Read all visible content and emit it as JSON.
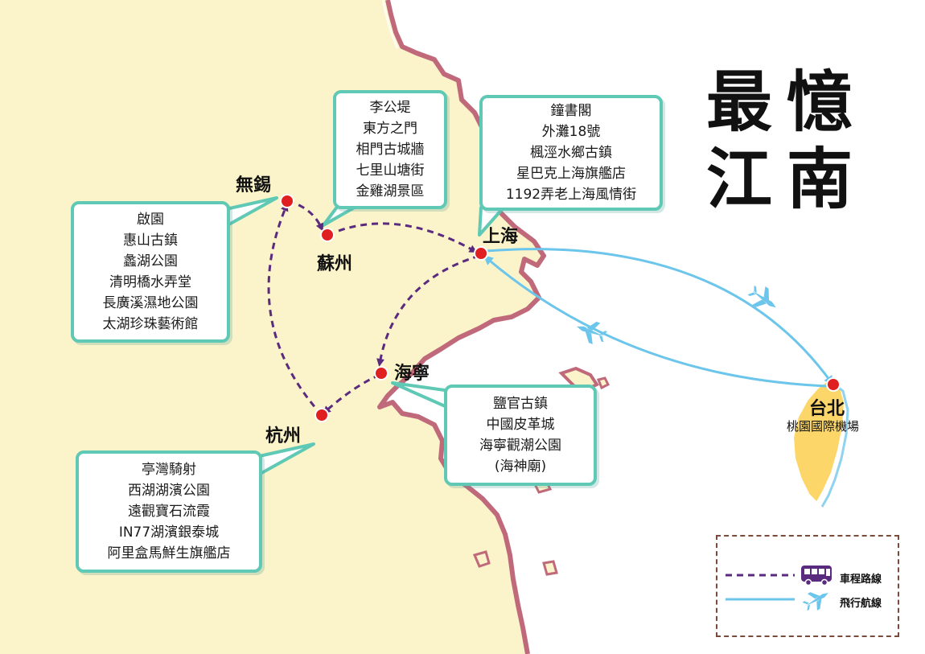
{
  "title": {
    "chars": [
      "最",
      "憶",
      "江",
      "南"
    ]
  },
  "colors": {
    "land": "#fbf3c9",
    "coast": "#c0697a",
    "taiwan": "#fcd668",
    "callout_border": "#5fc9b5",
    "bus_route": "#5a2a7e",
    "flight_route": "#6cc5ea",
    "city_dot": "#e02020",
    "legend_border": "#7a4a3a"
  },
  "cities": {
    "wuxi": "無錫",
    "suzhou": "蘇州",
    "shanghai": "上海",
    "haining": "海寧",
    "hangzhou": "杭州",
    "taipei": "台北",
    "taipei_airport": "桃園國際機場"
  },
  "callouts": {
    "wuxi": [
      "啟園",
      "惠山古鎮",
      "蠡湖公園",
      "清明橋水弄堂",
      "長廣溪濕地公園",
      "太湖珍珠藝術館"
    ],
    "suzhou": [
      "李公堤",
      "東方之門",
      "相門古城牆",
      "七里山塘街",
      "金雞湖景區"
    ],
    "shanghai": [
      "鐘書閣",
      "外灘18號",
      "楓涇水鄉古鎮",
      "星巴克上海旗艦店",
      "1192弄老上海風情街"
    ],
    "haining": [
      "鹽官古鎮",
      "中國皮革城",
      "海寧觀潮公園",
      "(海神廟)"
    ],
    "hangzhou": [
      "亭灣騎射",
      "西湖湖濱公園",
      "遠觀寶石流霞",
      "IN77湖濱銀泰城",
      "阿里盒馬鮮生旗艦店"
    ]
  },
  "legend": {
    "bus_label": "車程路線",
    "flight_label": "飛行航線",
    "bus_icon": "bus-icon",
    "flight_icon": "airplane-icon"
  }
}
